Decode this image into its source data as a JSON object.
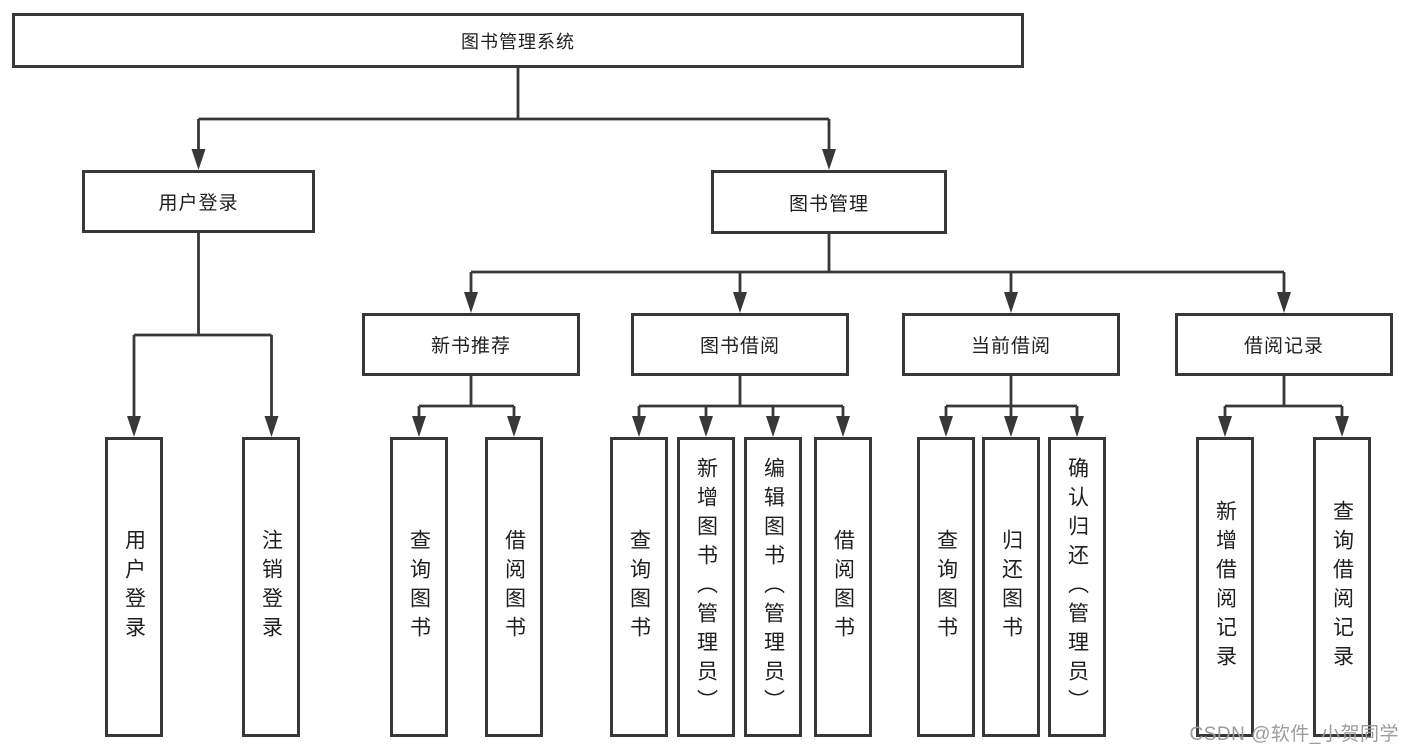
{
  "tree": {
    "label": "图书管理系统",
    "children": [
      {
        "label": "用户登录",
        "children": [
          {
            "label": "用户登录"
          },
          {
            "label": "注销登录"
          }
        ]
      },
      {
        "label": "图书管理",
        "children": [
          {
            "label": "新书推荐",
            "children": [
              {
                "label": "查询图书"
              },
              {
                "label": "借阅图书"
              }
            ]
          },
          {
            "label": "图书借阅",
            "children": [
              {
                "label": "查询图书"
              },
              {
                "label": "新增图书（管理员）"
              },
              {
                "label": "编辑图书（管理员）"
              },
              {
                "label": "借阅图书"
              }
            ]
          },
          {
            "label": "当前借阅",
            "children": [
              {
                "label": "查询图书"
              },
              {
                "label": "归还图书"
              },
              {
                "label": "确认归还（管理员）"
              }
            ]
          },
          {
            "label": "借阅记录",
            "children": [
              {
                "label": "新增借阅记录"
              },
              {
                "label": "查询借阅记录"
              }
            ]
          }
        ]
      }
    ]
  },
  "watermark": {
    "text": "CSDN @软件_小贺同学"
  },
  "colors": {
    "line": "#383838",
    "text": "#1f1f1f",
    "box_background": "#ffffff",
    "watermark": "#9c9c9c"
  }
}
